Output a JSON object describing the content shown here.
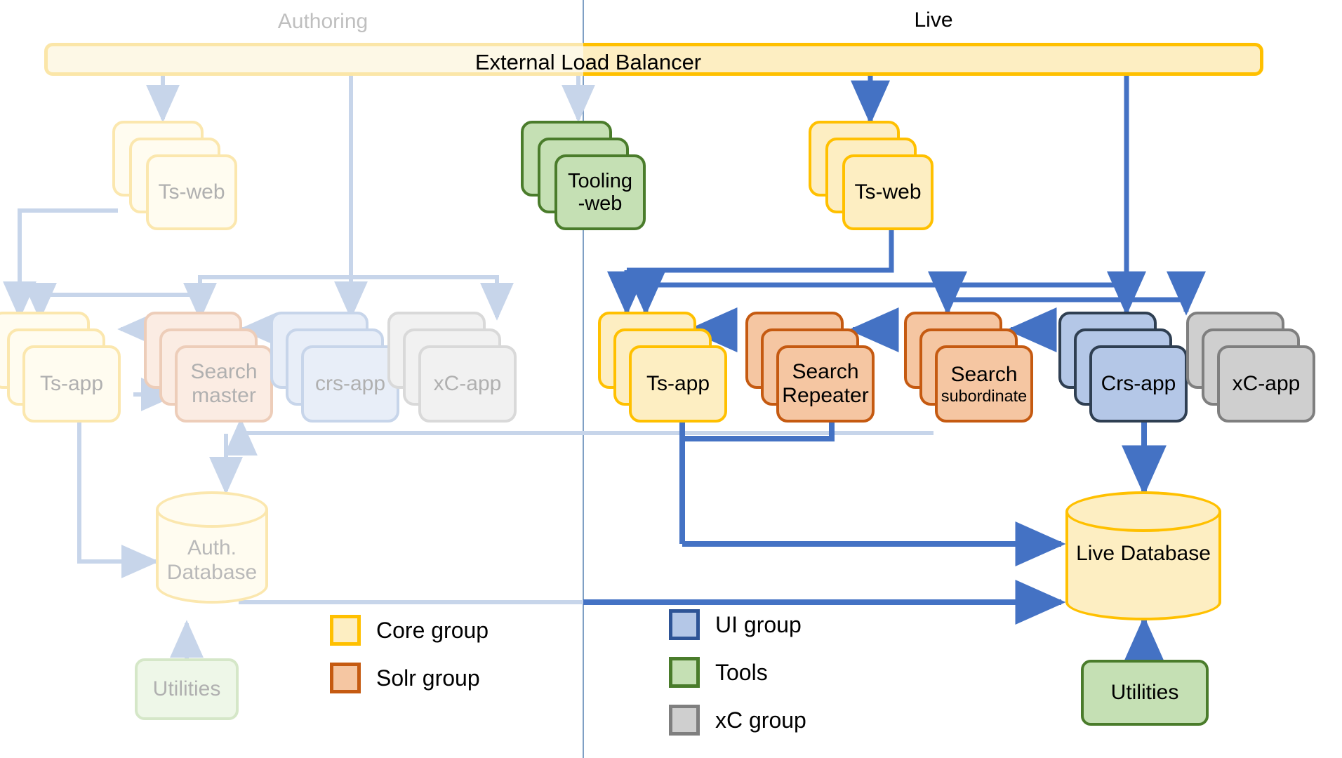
{
  "zones": {
    "authoring": "Authoring",
    "live": "Live"
  },
  "load_balancer": {
    "label": "External Load Balancer"
  },
  "nodes": {
    "auth_ts_web": {
      "label": "Ts-web"
    },
    "auth_ts_app": {
      "label": "Ts-app"
    },
    "auth_search": {
      "label": "Search",
      "sub": "master"
    },
    "auth_crs_app": {
      "label": "crs-app"
    },
    "auth_xc_app": {
      "label": "xC-app"
    },
    "auth_database": {
      "label": "Auth.",
      "sub": "Database"
    },
    "auth_utilities": {
      "label": "Utilities"
    },
    "tooling_web": {
      "label": "Tooling",
      "sub": "-web"
    },
    "live_ts_web": {
      "label": "Ts-web"
    },
    "live_ts_app": {
      "label": "Ts-app"
    },
    "search_repeater": {
      "label": "Search",
      "sub": "Repeater"
    },
    "search_subordinate": {
      "label": "Search",
      "sub": "subordinate"
    },
    "live_crs_app": {
      "label": "Crs-app"
    },
    "live_xc_app": {
      "label": "xC-app"
    },
    "live_database": {
      "label": "Live",
      "sub": "Database"
    },
    "live_utilities": {
      "label": "Utilities"
    }
  },
  "legend": {
    "left": [
      {
        "label": "Core group",
        "fill": "#fdeec2",
        "stroke": "#ffc000"
      },
      {
        "label": "Solr group",
        "fill": "#f5c6a2",
        "stroke": "#c55a11"
      }
    ],
    "right": [
      {
        "label": "UI group",
        "fill": "#b4c7e7",
        "stroke": "#2e5496"
      },
      {
        "label": "Tools",
        "fill": "#c5e0b4",
        "stroke": "#4a7c2b"
      },
      {
        "label": "xC group",
        "fill": "#cfcfcf",
        "stroke": "#7f7f7f"
      }
    ]
  },
  "colors": {
    "arrow_live": "#4472c4",
    "arrow_authoring": "#c7d5ea",
    "divider": "#7f9fc4",
    "core_stroke": "#ffc000",
    "solr_stroke": "#c55a11",
    "ui_stroke": "#2e5496",
    "tools_stroke": "#4a7c2b",
    "xc_stroke": "#7f7f7f"
  }
}
